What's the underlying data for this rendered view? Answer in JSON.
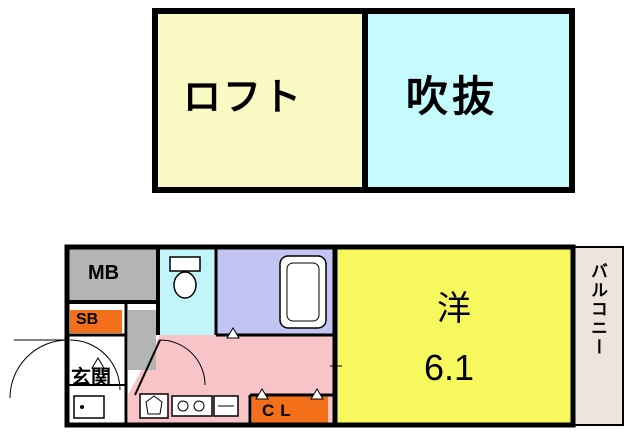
{
  "upper_floor": {
    "loft": {
      "label": "ロフト"
    },
    "open_ceiling": {
      "label": "吹抜"
    }
  },
  "main_floor": {
    "western_room": {
      "label": "洋",
      "size": "6.1"
    },
    "mb": {
      "label": "MB"
    },
    "sb": {
      "label": "SB"
    },
    "genkan": {
      "label": "玄関"
    },
    "closet": {
      "label": "CL"
    },
    "balcony": {
      "label": "バルコニー"
    }
  },
  "colors": {
    "loft": "#f9f9c4",
    "open_ceiling": "#c6fbfd",
    "western_room": "#f7f75e",
    "kitchen": "#f8c4c8",
    "bath": "#c4c4f4",
    "toilet": "#c2f5f9",
    "storage": "#b4b4b4",
    "orange": "#f36f1a",
    "balcony": "#efe4dc",
    "wall": "#000000"
  }
}
